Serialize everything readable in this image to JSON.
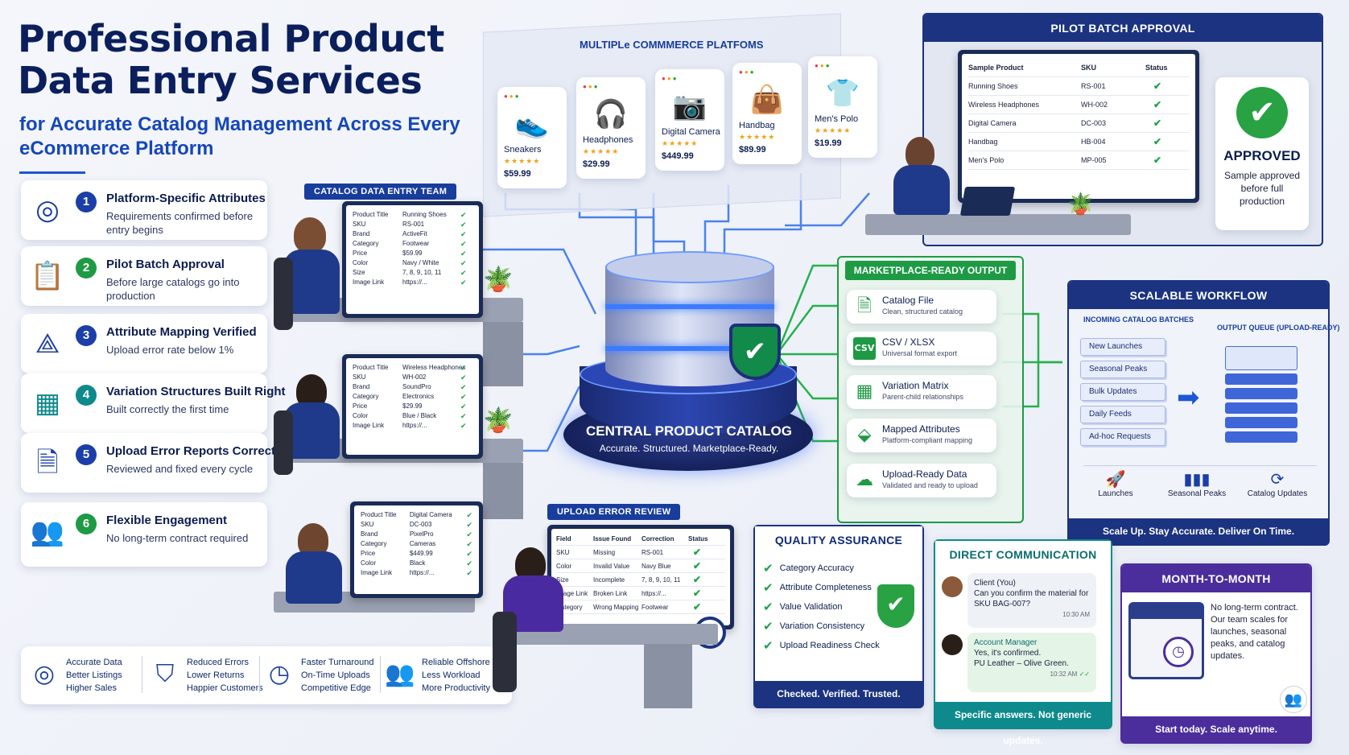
{
  "header": {
    "title": "Professional Product Data Entry Services",
    "subtitle": "for Accurate Catalog Management Across Every eCommerce Platform"
  },
  "features": [
    {
      "num": "1",
      "title": "Platform-Specific Attributes",
      "desc": "Requirements confirmed before entry begins",
      "icon": "target-icon"
    },
    {
      "num": "2",
      "title": "Pilot Batch Approval",
      "desc": "Before large catalogs go into production",
      "icon": "clipboard-check-icon"
    },
    {
      "num": "3",
      "title": "Attribute Mapping Verified",
      "desc": "Upload error rate below 1%",
      "icon": "network-icon"
    },
    {
      "num": "4",
      "title": "Variation Structures Built Right",
      "desc": "Built correctly the first time",
      "icon": "boxes-icon"
    },
    {
      "num": "5",
      "title": "Upload Error Reports Corrected",
      "desc": "Reviewed and fixed every cycle",
      "icon": "document-check-icon"
    },
    {
      "num": "6",
      "title": "Flexible Engagement",
      "desc": "No long-term contract required",
      "icon": "team-icon"
    }
  ],
  "benefits": [
    {
      "icon": "target-icon",
      "lines": [
        "Accurate Data",
        "Better Listings",
        "Higher Sales"
      ]
    },
    {
      "icon": "shield-check-icon",
      "lines": [
        "Reduced Errors",
        "Lower Returns",
        "Happier Customers"
      ]
    },
    {
      "icon": "clock-icon",
      "lines": [
        "Faster Turnaround",
        "On-Time Uploads",
        "Competitive Edge"
      ]
    },
    {
      "icon": "team-icon",
      "lines": [
        "Reliable Offshore Team",
        "Less Workload",
        "More Productivity"
      ]
    }
  ],
  "platforms": {
    "label": "MULTIPLe COMMMERCE PLATFOMS",
    "products": [
      {
        "name": "Sneakers",
        "price": "$59.99",
        "icon": "sneaker-icon"
      },
      {
        "name": "Headphones",
        "price": "$29.99",
        "icon": "headphones-icon"
      },
      {
        "name": "Digital Camera",
        "price": "$449.99",
        "icon": "camera-icon"
      },
      {
        "name": "Handbag",
        "price": "$89.99",
        "icon": "handbag-icon"
      },
      {
        "name": "Men's Polo",
        "price": "$19.99",
        "icon": "polo-shirt-icon"
      }
    ]
  },
  "team": {
    "label": "CATALOG DATA ENTRY TEAM",
    "screens": [
      {
        "rows": [
          [
            "Product Title",
            "Running Shoes"
          ],
          [
            "SKU",
            "RS-001"
          ],
          [
            "Brand",
            "ActiveFit"
          ],
          [
            "Category",
            "Footwear"
          ],
          [
            "Price",
            "$59.99"
          ],
          [
            "Color",
            "Navy / White"
          ],
          [
            "Size",
            "7, 8, 9, 10, 11"
          ],
          [
            "Image Link",
            "https://..."
          ]
        ]
      },
      {
        "rows": [
          [
            "Product Title",
            "Wireless Headphones"
          ],
          [
            "SKU",
            "WH-002"
          ],
          [
            "Brand",
            "SoundPro"
          ],
          [
            "Category",
            "Electronics"
          ],
          [
            "Price",
            "$29.99"
          ],
          [
            "Color",
            "Blue / Black"
          ],
          [
            "Image Link",
            "https://..."
          ]
        ]
      },
      {
        "rows": [
          [
            "Product Title",
            "Digital Camera"
          ],
          [
            "SKU",
            "DC-003"
          ],
          [
            "Brand",
            "PixelPro"
          ],
          [
            "Category",
            "Cameras"
          ],
          [
            "Price",
            "$449.99"
          ],
          [
            "Color",
            "Black"
          ],
          [
            "Image Link",
            "https://..."
          ]
        ]
      }
    ]
  },
  "catalog": {
    "title": "CENTRAL PRODUCT CATALOG",
    "tagline": "Accurate. Structured. Marketplace-Ready."
  },
  "pilot": {
    "label": "PILOT BATCH APPROVAL",
    "headers": [
      "Sample Product",
      "SKU",
      "Status"
    ],
    "rows": [
      [
        "Running Shoes",
        "RS-001"
      ],
      [
        "Wireless Headphones",
        "WH-002"
      ],
      [
        "Digital Camera",
        "DC-003"
      ],
      [
        "Handbag",
        "HB-004"
      ],
      [
        "Men's Polo",
        "MP-005"
      ]
    ],
    "approved": "APPROVED",
    "approved_desc": "Sample approved before full production"
  },
  "output": {
    "label": "MARKETPLACE-READY OUTPUT",
    "items": [
      {
        "title": "Catalog File",
        "desc": "Clean, structured catalog",
        "icon": "file-icon"
      },
      {
        "title": "CSV / XLSX",
        "desc": "Universal format export",
        "icon": "csv-icon"
      },
      {
        "title": "Variation Matrix",
        "desc": "Parent-child relationships",
        "icon": "grid-icon"
      },
      {
        "title": "Mapped Attributes",
        "desc": "Platform-compliant mapping",
        "icon": "tag-icon"
      },
      {
        "title": "Upload-Ready Data",
        "desc": "Validated and ready to upload",
        "icon": "cloud-upload-icon"
      }
    ]
  },
  "workflow": {
    "label": "SCALABLE WORKFLOW",
    "incoming_label": "INCOMING CATALOG BATCHES",
    "output_label": "OUTPUT QUEUE (UPLOAD-READY)",
    "batches": [
      "New Launches",
      "Seasonal Peaks",
      "Bulk Updates",
      "Daily Feeds",
      "Ad-hoc Requests"
    ],
    "icons": [
      {
        "label": "Launches",
        "icon": "rocket-icon"
      },
      {
        "label": "Seasonal Peaks",
        "icon": "bar-chart-icon"
      },
      {
        "label": "Catalog Updates",
        "icon": "refresh-icon"
      }
    ],
    "footer": "Scale Up. Stay Accurate. Deliver On Time."
  },
  "errors": {
    "label": "UPLOAD ERROR REVIEW",
    "headers": [
      "Field",
      "Issue Found",
      "Correction",
      "Status"
    ],
    "rows": [
      [
        "SKU",
        "Missing",
        "RS-001"
      ],
      [
        "Color",
        "Invalid Value",
        "Navy Blue"
      ],
      [
        "Size",
        "Incomplete",
        "7, 8, 9, 10, 11"
      ],
      [
        "Image Link",
        "Broken Link",
        "https://..."
      ],
      [
        "Category",
        "Wrong Mapping",
        "Footwear"
      ]
    ]
  },
  "qa": {
    "label": "QUALITY ASSURANCE",
    "items": [
      "Category Accuracy",
      "Attribute Completeness",
      "Value Validation",
      "Variation Consistency",
      "Upload Readiness Check"
    ],
    "footer": "Checked. Verified. Trusted."
  },
  "comm": {
    "label": "DIRECT COMMUNICATION",
    "client_name": "Client (You)",
    "client_msg": "Can you confirm the material for SKU BAG-007?",
    "client_time": "10:30 AM",
    "mgr_name": "Account Manager",
    "mgr_msg1": "Yes, it's confirmed.",
    "mgr_msg2": "PU Leather – Olive Green.",
    "mgr_time": "10:32 AM",
    "footer": "Specific answers. Not generic updates."
  },
  "monthly": {
    "label": "MONTH-TO-MONTH",
    "desc": "No long-term contract. Our team scales for launches, seasonal peaks, and catalog updates.",
    "footer": "Start today. Scale anytime."
  },
  "colors": {
    "navy": "#0f2a7a",
    "green": "#1ea24a",
    "teal": "#0e8a8c",
    "purple": "#4b2e9c"
  }
}
